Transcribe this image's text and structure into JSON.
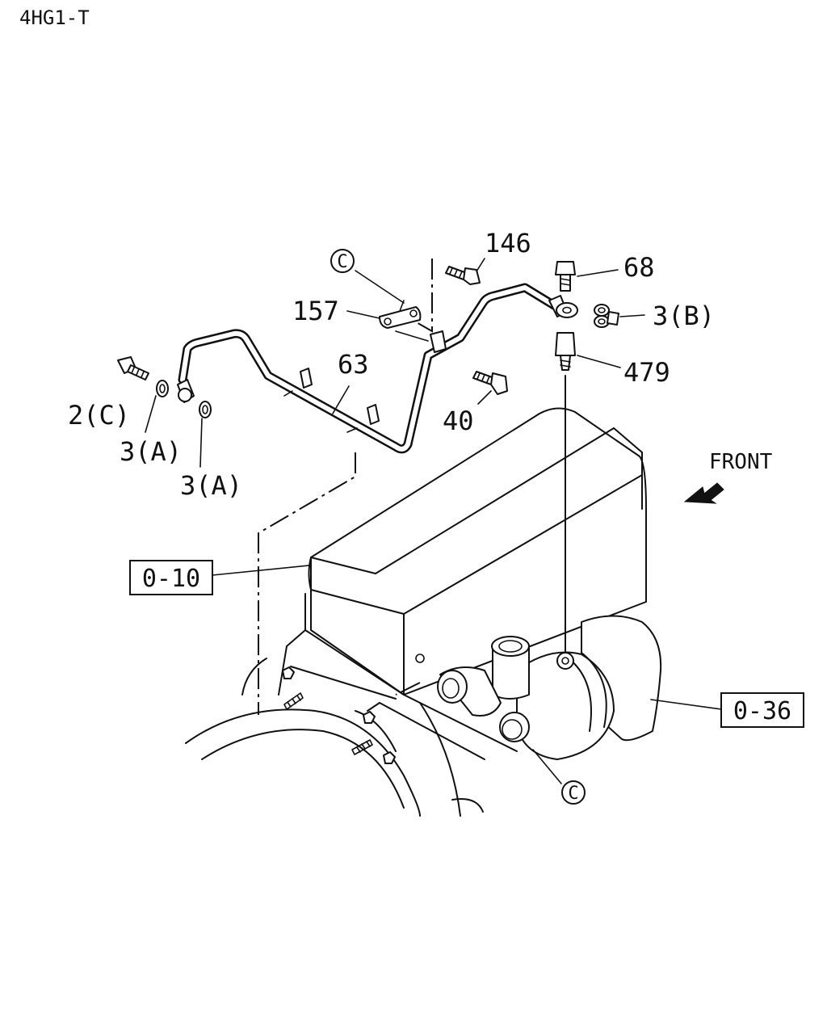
{
  "model_code": "4HG1-T",
  "direction_label": "FRONT",
  "callouts": {
    "c146": "146",
    "c68": "68",
    "c157": "157",
    "c3b": "3(B)",
    "c63": "63",
    "c479": "479",
    "c2c": "2(C)",
    "c40": "40",
    "c3a_1": "3(A)",
    "c3a_2": "3(A)"
  },
  "reference_boxes": {
    "ref_010": "0-10",
    "ref_036": "0-36"
  },
  "connector_marks": {
    "top": "C",
    "bottom": "C"
  }
}
